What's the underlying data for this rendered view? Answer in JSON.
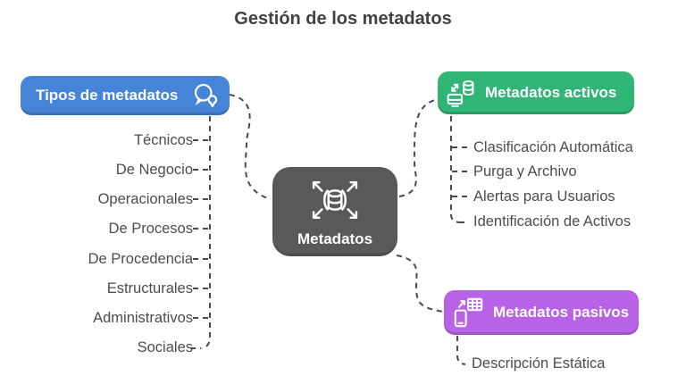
{
  "title": "Gestión de los metadatos",
  "colors": {
    "root": "#595959",
    "tipos": "#4584d6",
    "activos": "#31b577",
    "pasivos": "#b862e8",
    "connector": "#4a4a4a",
    "item_text": "#4d4d4d",
    "title_text": "#424242"
  },
  "nodes": {
    "root": {
      "label": "Metadatos",
      "icon": "database-expand-icon"
    },
    "tipos": {
      "label": "Tipos de metadatos",
      "icon": "chat-location-icon",
      "children": [
        "Técnicos",
        "De Negocio",
        "Operacionales",
        "De Procesos",
        "De Procedencia",
        "Estructurales",
        "Administrativos",
        "Sociales"
      ]
    },
    "activos": {
      "label": "Metadatos activos",
      "icon": "data-sync-icon",
      "children": [
        "Clasificación Automática",
        "Purga y Archivo",
        "Alertas para Usuarios",
        "Identificación de Activos"
      ]
    },
    "pasivos": {
      "label": "Metadatos pasivos",
      "icon": "device-data-icon",
      "children": [
        "Descripción Estática"
      ]
    }
  }
}
